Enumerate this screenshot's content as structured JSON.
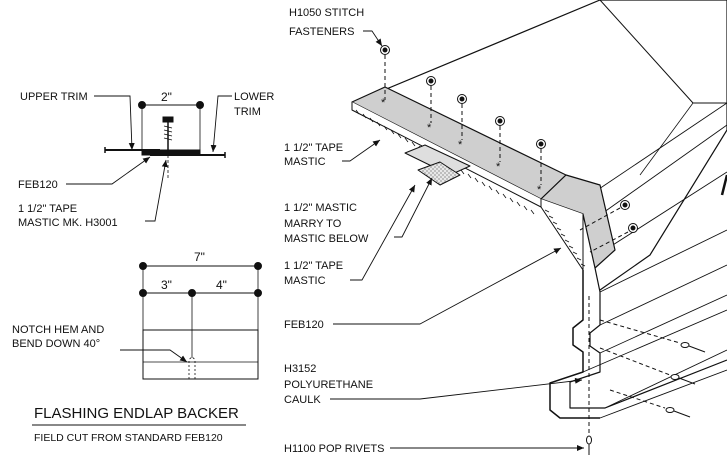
{
  "labels": {
    "stitch_1": "H1050 STITCH",
    "stitch_2": "FASTENERS",
    "upper_trim": "UPPER TRIM",
    "lower_trim_1": "LOWER",
    "lower_trim_2": "TRIM",
    "feb120_left": "FEB120",
    "tape_left_1": "1 1/2\" TAPE",
    "tape_left_2": "MASTIC MK. H3001",
    "tape_right_1a": "1 1/2\" TAPE",
    "tape_right_1b": "MASTIC",
    "mastic_marry_1": "1 1/2\" MASTIC",
    "mastic_marry_2": "MARRY TO",
    "mastic_marry_3": "MASTIC BELOW",
    "tape_right_2a": "1 1/2\" TAPE",
    "tape_right_2b": "MASTIC",
    "feb120_right": "FEB120",
    "caulk_1": "H3152",
    "caulk_2": "POLYURETHANE",
    "caulk_3": "CAULK",
    "rivets": "H1100 POP RIVETS",
    "notch_1": "NOTCH HEM AND",
    "notch_2": "BEND DOWN 40°"
  },
  "dimensions": {
    "spacing": "2\"",
    "total": "7\"",
    "left": "3\"",
    "right": "4\""
  },
  "title": {
    "main": "FLASHING ENDLAP BACKER",
    "sub": "FIELD CUT FROM STANDARD FEB120"
  }
}
